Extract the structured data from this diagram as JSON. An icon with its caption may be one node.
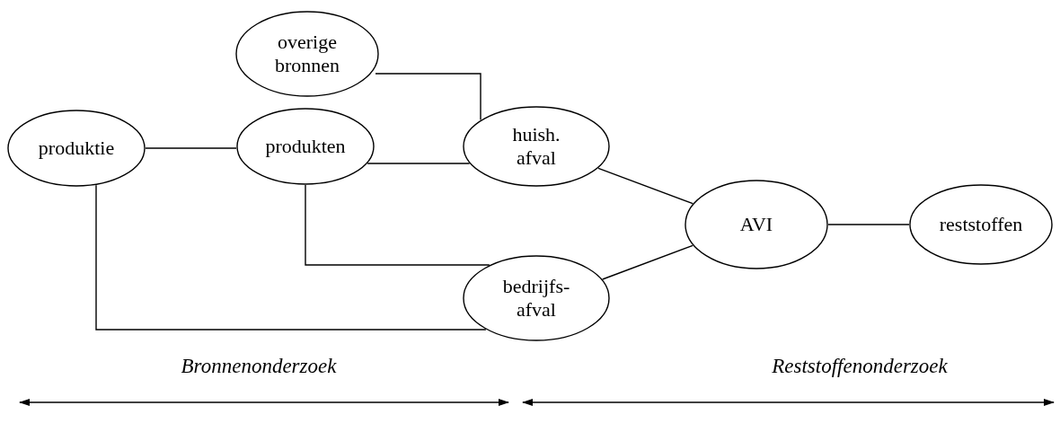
{
  "diagram": {
    "nodes": [
      {
        "text": [
          "overige bronnen"
        ]
      },
      {
        "text": [
          "produktie"
        ]
      },
      {
        "text": [
          "produkten"
        ]
      },
      {
        "text": [
          "huish. afval"
        ]
      },
      {
        "text": [
          "AVI"
        ]
      },
      {
        "text": [
          "reststoffen"
        ]
      },
      {
        "text": [
          "bedrijfs- afval"
        ]
      }
    ],
    "edges": [
      {
        "from": 0,
        "to": 3,
        "arrow": "none"
      },
      {
        "from": 1,
        "to": 2,
        "arrow": "none"
      },
      {
        "from": 2,
        "to": 3,
        "arrow": "none"
      },
      {
        "from": 3,
        "to": 4,
        "arrow": "none"
      },
      {
        "from": 6,
        "to": 4,
        "arrow": "none"
      },
      {
        "from": 4,
        "to": 5,
        "arrow": "none"
      },
      {
        "from": 2,
        "to": 6,
        "arrow": "none"
      },
      {
        "from": 1,
        "to": 6,
        "arrow": "none"
      }
    ],
    "labels": [
      "Bronnenonderzoek",
      "Reststoffenonderzoek"
    ]
  }
}
